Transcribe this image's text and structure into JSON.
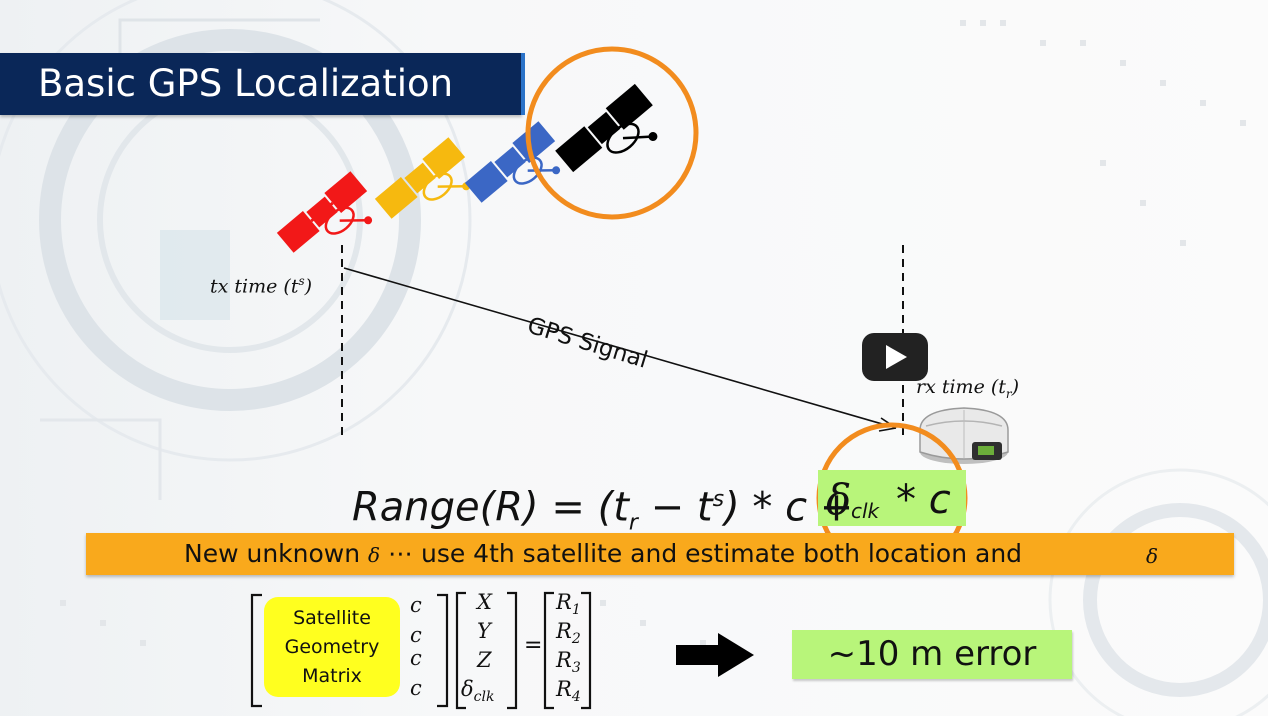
{
  "slide": {
    "title": "Basic GPS Localization",
    "tx_label": "tx time (t",
    "tx_label_sup": "s",
    "tx_label_end": ")",
    "rx_label": "rx time (t",
    "rx_label_sub": "r",
    "rx_label_end": ")",
    "signal_label": "GPS Signal",
    "equation": {
      "lhs": "Range(R) = (t",
      "lhs_sub": "r",
      "mid": " − t",
      "mid_sup": "s",
      "rest": ") * c + ",
      "delta": "δ",
      "delta_sub": "clk",
      "tail": "* c"
    },
    "banner": {
      "part1": "New unknown ",
      "delta": "δ",
      "part2": " ⋯ use 4th satellite and estimate both location and ",
      "delta_end": "δ"
    },
    "matrix": {
      "geometry_label": "Satellite Geometry Matrix",
      "c_column": [
        "c",
        "c",
        "c",
        "c"
      ],
      "unknowns": [
        "X",
        "Y",
        "Z",
        "δ"
      ],
      "unknown_last_sub": "clk",
      "equals": "=",
      "ranges": [
        "R",
        "R",
        "R",
        "R"
      ],
      "range_subs": [
        "1",
        "2",
        "3",
        "4"
      ]
    },
    "result": "~10 m error"
  },
  "colors": {
    "title_bg": "#0a2758",
    "banner_bg": "#f9a91c",
    "highlight_green": "#b8f57a",
    "geometry_yellow": "#ffff1f",
    "circle_orange": "#f28c1e",
    "sat_red": "#f21818",
    "sat_yellow": "#f6b90f",
    "sat_blue": "#3b67c5",
    "sat_black": "#000000"
  },
  "icons": [
    "satellite-red-icon",
    "satellite-yellow-icon",
    "satellite-blue-icon",
    "satellite-black-icon",
    "gps-receiver-icon",
    "play-icon",
    "right-arrow-icon"
  ]
}
